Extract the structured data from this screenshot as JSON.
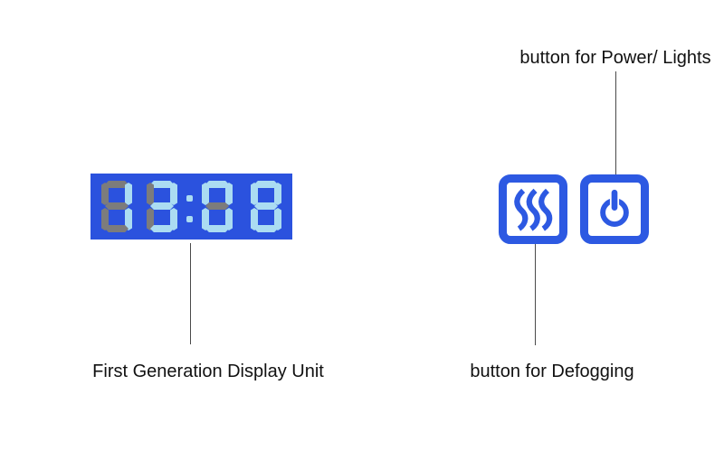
{
  "display_unit": {
    "value": "13:08",
    "digits": [
      "1",
      "3",
      "0",
      "8"
    ],
    "colon_visible": true,
    "colors": {
      "background": "#2b52de",
      "segment_lit": "#abdcf2",
      "segment_unlit": "#7c7c7c"
    }
  },
  "buttons": {
    "defog": {
      "icon": "defog-waves-icon",
      "color": "#2d59e2"
    },
    "power": {
      "icon": "power-icon",
      "color": "#2d59e2"
    }
  },
  "labels": {
    "power": "button for Power/ Lights",
    "display": "First Generation Display Unit",
    "defog": "button for Defogging"
  }
}
